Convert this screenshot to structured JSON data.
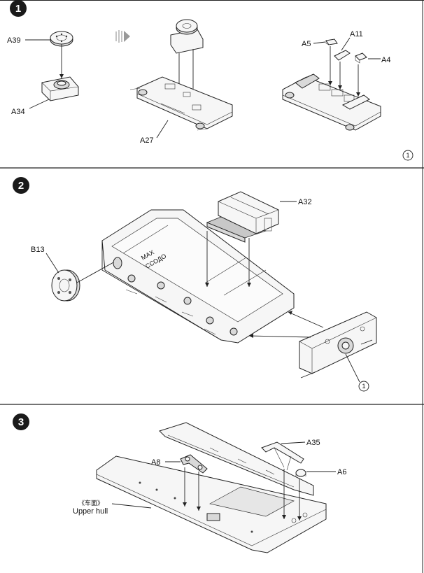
{
  "steps": [
    {
      "number": "1",
      "labels": {
        "a39": "A39",
        "a34": "A34",
        "a27": "A27",
        "a5": "A5",
        "a11": "A11",
        "a4": "A4"
      },
      "ref": "1"
    },
    {
      "number": "2",
      "labels": {
        "b13": "B13",
        "a32": "A32"
      },
      "ref": "1",
      "stencil_1": "MAX",
      "stencil_2": "ССОДО"
    },
    {
      "number": "3",
      "labels": {
        "a35": "A35",
        "a8": "A8",
        "a6": "A6"
      },
      "upper_hull_cn": "《车面》",
      "upper_hull_en": "Upper hull"
    }
  ],
  "colors": {
    "line": "#222222",
    "badge": "#1a1a1a",
    "paper": "#ffffff"
  }
}
